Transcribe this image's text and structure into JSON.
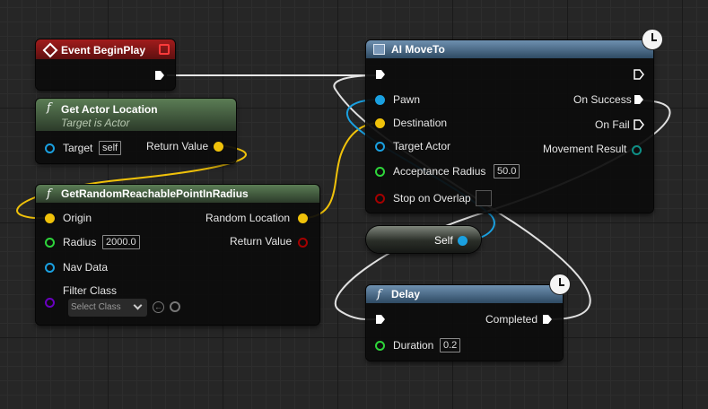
{
  "colors": {
    "exec": "#ffffff",
    "object": "#1aa0e0",
    "vector": "#f0c20a",
    "float": "#2ed53a",
    "bool": "#a40000",
    "class": "#6a00c0"
  },
  "event_node": {
    "title": "Event BeginPlay"
  },
  "get_location": {
    "title": "Get Actor Location",
    "subtitle": "Target is Actor",
    "target_label": "Target",
    "target_value": "self",
    "return_label": "Return Value"
  },
  "random_point": {
    "title": "GetRandomReachablePointInRadius",
    "origin_label": "Origin",
    "radius_label": "Radius",
    "radius_value": "2000.0",
    "navdata_label": "Nav Data",
    "filter_label": "Filter Class",
    "filter_value": "Select Class",
    "random_location_label": "Random Location",
    "return_label": "Return Value"
  },
  "ai_moveto": {
    "title": "AI MoveTo",
    "pawn_label": "Pawn",
    "destination_label": "Destination",
    "target_actor_label": "Target Actor",
    "acceptance_label": "Acceptance Radius",
    "acceptance_value": "50.0",
    "stop_overlap_label": "Stop on Overlap",
    "on_success_label": "On Success",
    "on_fail_label": "On Fail",
    "movement_result_label": "Movement Result"
  },
  "self_node": {
    "label": "Self"
  },
  "delay": {
    "title": "Delay",
    "completed_label": "Completed",
    "duration_label": "Duration",
    "duration_value": "0.2"
  },
  "icons": {
    "function": "f",
    "event": "event-diamond-icon",
    "latent": "clock-icon",
    "browse": "arrow-left-icon",
    "search": "search-icon"
  }
}
